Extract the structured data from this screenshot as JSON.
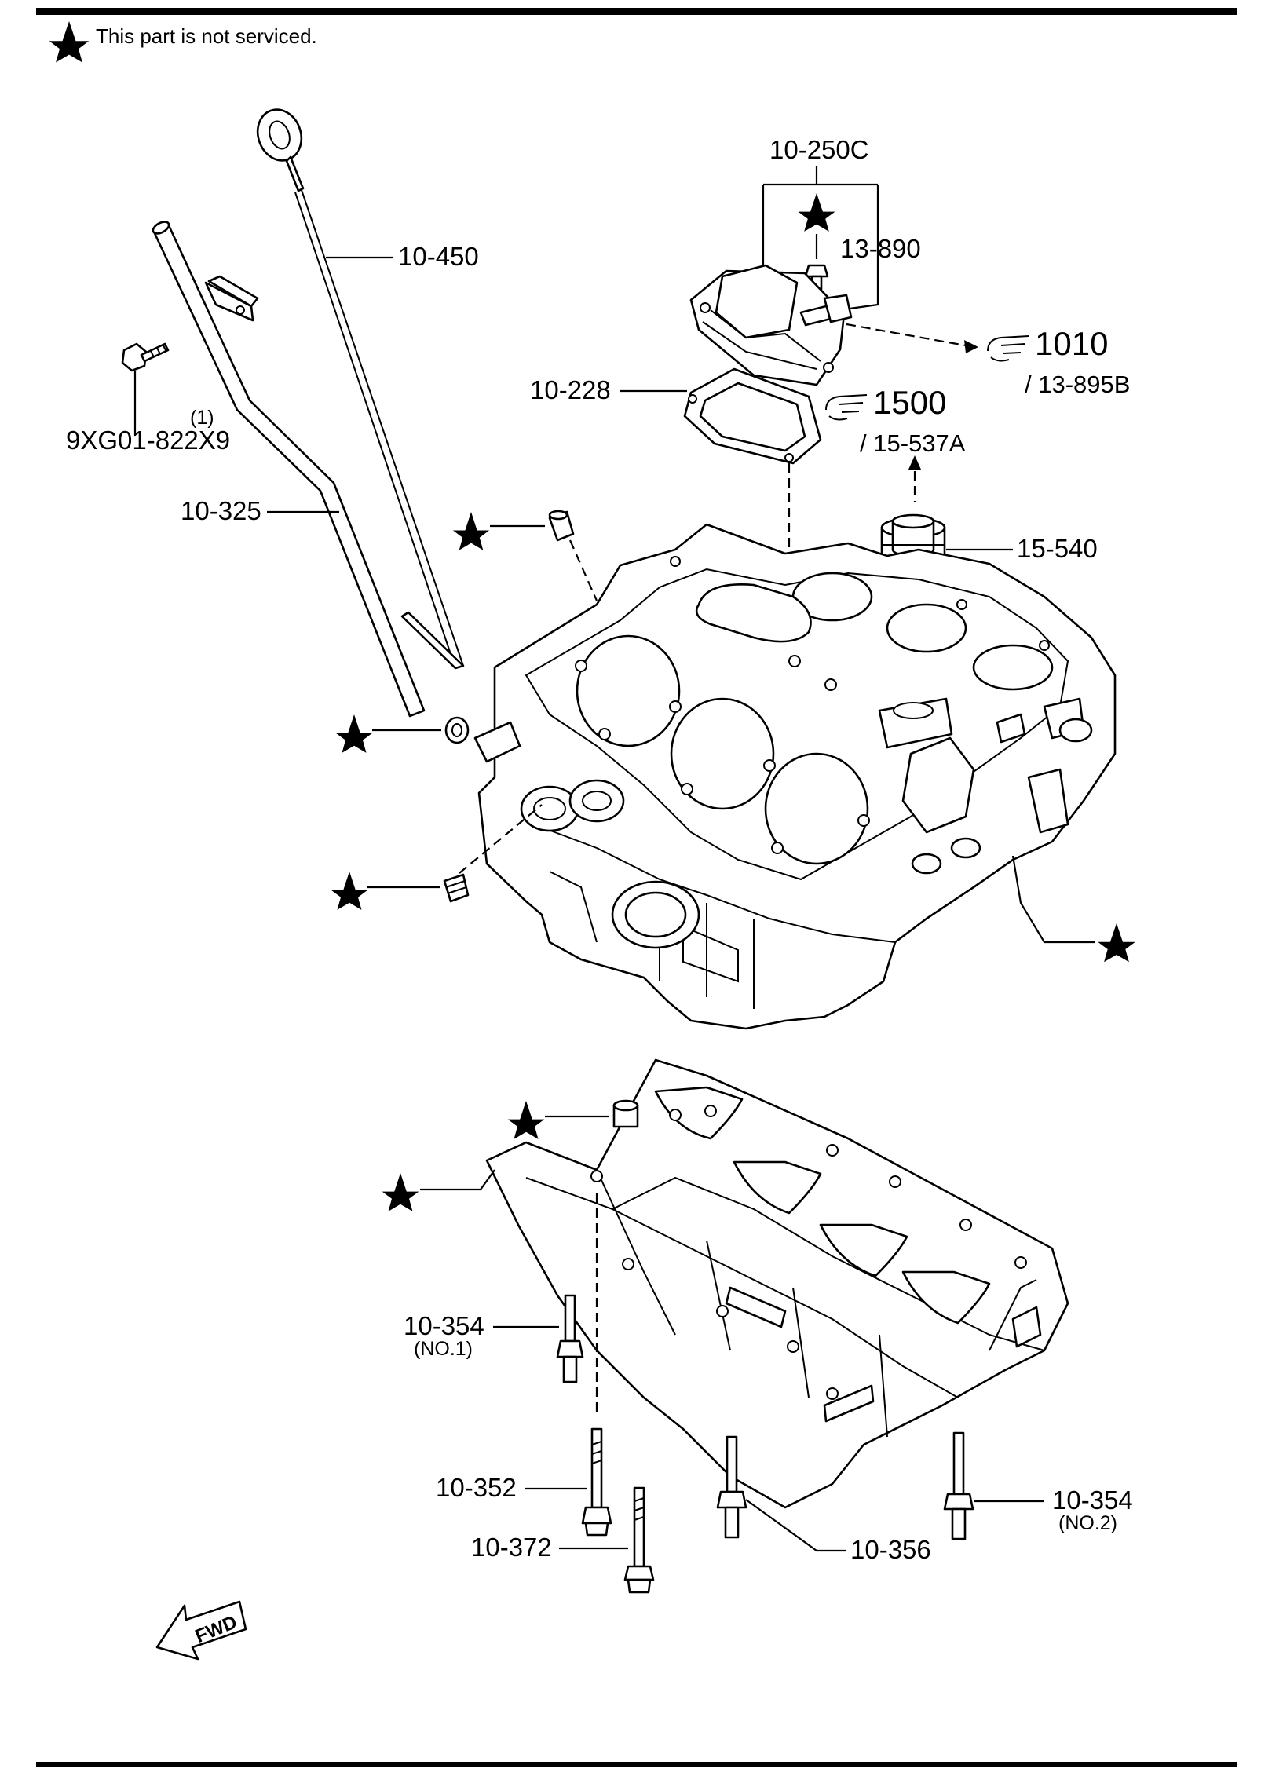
{
  "note": {
    "text": "This part is not serviced.",
    "symbol": "star-icon"
  },
  "labels": {
    "l_10_450": "10-450",
    "l_10_250c": "10-250C",
    "l_13_890": "13-890",
    "l_10_228": "10-228",
    "l_9xg01": "9XG01-822X9",
    "l_qty1": "(1)",
    "l_10_325": "10-325",
    "l_15_540": "15-540",
    "l_10_354_a": "10-354",
    "l_no1": "(NO.1)",
    "l_10_352": "10-352",
    "l_10_372": "10-372",
    "l_10_356": "10-356",
    "l_10_354_b": "10-354",
    "l_no2": "(NO.2)"
  },
  "references": {
    "ref_1010": {
      "number": "1010",
      "sub": "/ 13-895B"
    },
    "ref_1500": {
      "number": "1500",
      "sub": "/ 15-537A"
    }
  },
  "fwd": {
    "text": "FWD"
  },
  "colors": {
    "ink": "#000000",
    "paper": "#ffffff"
  }
}
